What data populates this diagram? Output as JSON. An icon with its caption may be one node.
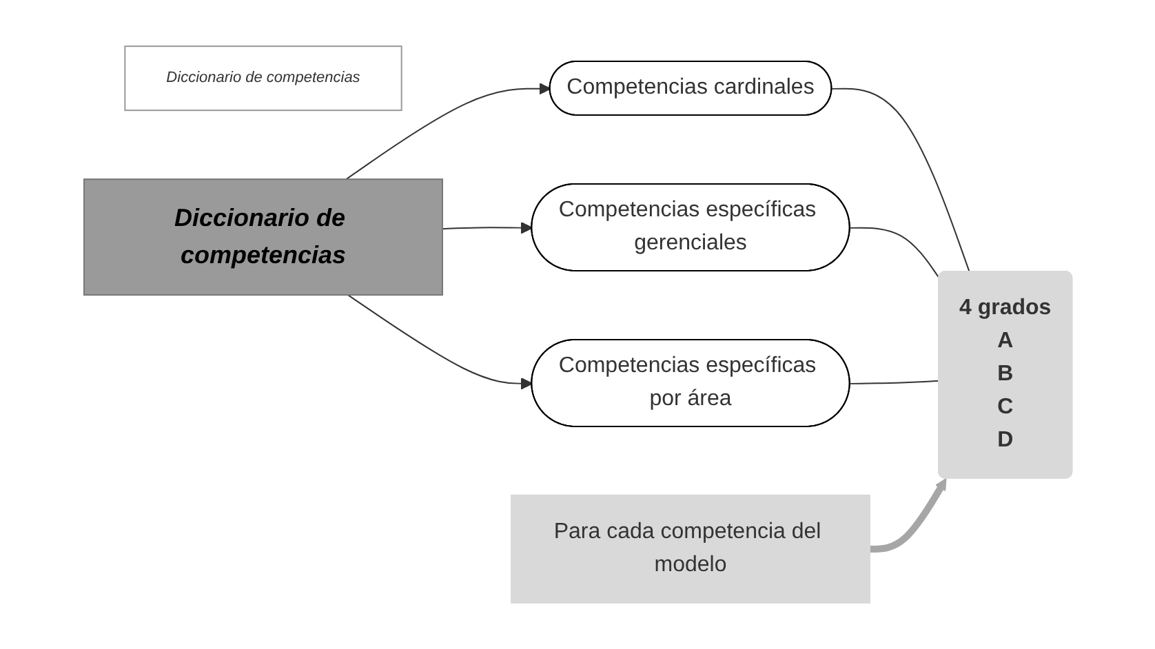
{
  "diagram": {
    "nodes": [
      {
        "text": [
          "Diccionario de competencias"
        ]
      },
      {
        "text": [
          "Diccionario de competencias"
        ]
      },
      {
        "text": [
          "Competencias cardinales"
        ]
      },
      {
        "text": [
          "Competencias específicas gerenciales"
        ]
      },
      {
        "text": [
          "Competencias específicas por área"
        ]
      },
      {
        "text": [
          "Para cada competencia del modelo"
        ]
      },
      {
        "text": [
          "4 grados",
          "A",
          "B",
          "C",
          "D"
        ]
      }
    ],
    "edges": [
      {
        "from": 1,
        "to": 2,
        "arrow": "to"
      },
      {
        "from": 1,
        "to": 3,
        "arrow": "to"
      },
      {
        "from": 1,
        "to": 4,
        "arrow": "to"
      },
      {
        "from": 2,
        "to": 6,
        "arrow": "none"
      },
      {
        "from": 3,
        "to": 6,
        "arrow": "none"
      },
      {
        "from": 4,
        "to": 6,
        "arrow": "none"
      },
      {
        "from": 5,
        "to": 6,
        "arrow": "to",
        "style": "thick",
        "color": "#a6a6a6"
      }
    ]
  }
}
